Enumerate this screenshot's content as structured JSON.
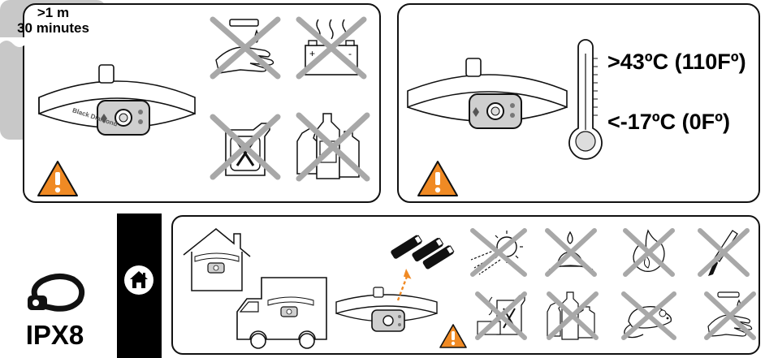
{
  "temperature": {
    "max": ">43ºC (110Fº)",
    "min": "<-17ºC (0Fº)"
  },
  "waterproof": {
    "depth": ">1 m",
    "duration": "30 minutes",
    "rating": "IPX8"
  },
  "brand": {
    "strap_text": "Black Diamond"
  },
  "colors": {
    "warning": "#f08a24",
    "cross": "#a8a8a8",
    "outline": "#111111",
    "panel_gray": "#c8c8c8",
    "arrow": "#f08a24"
  },
  "icons": {
    "chemicals_panel": [
      "headlamp-icon",
      "hand-solvent-icon",
      "battery-heat-icon",
      "fuel-can-icon",
      "chemical-bottles-icon",
      "warning-icon"
    ],
    "temperature_panel": [
      "headlamp-icon",
      "thermometer-icon",
      "warning-icon"
    ],
    "storage_panel": [
      "house-icon",
      "vehicle-icon",
      "headlamp-icon",
      "batteries-icon",
      "sun-icon",
      "water-drop-icon",
      "fire-icon",
      "knife-icon",
      "fuel-can-icon",
      "chemical-bottles-icon",
      "rodent-icon",
      "hand-solvent-icon",
      "warning-icon"
    ],
    "home_bar": "home-icon",
    "ipx_panel": "headlamp-icon"
  }
}
